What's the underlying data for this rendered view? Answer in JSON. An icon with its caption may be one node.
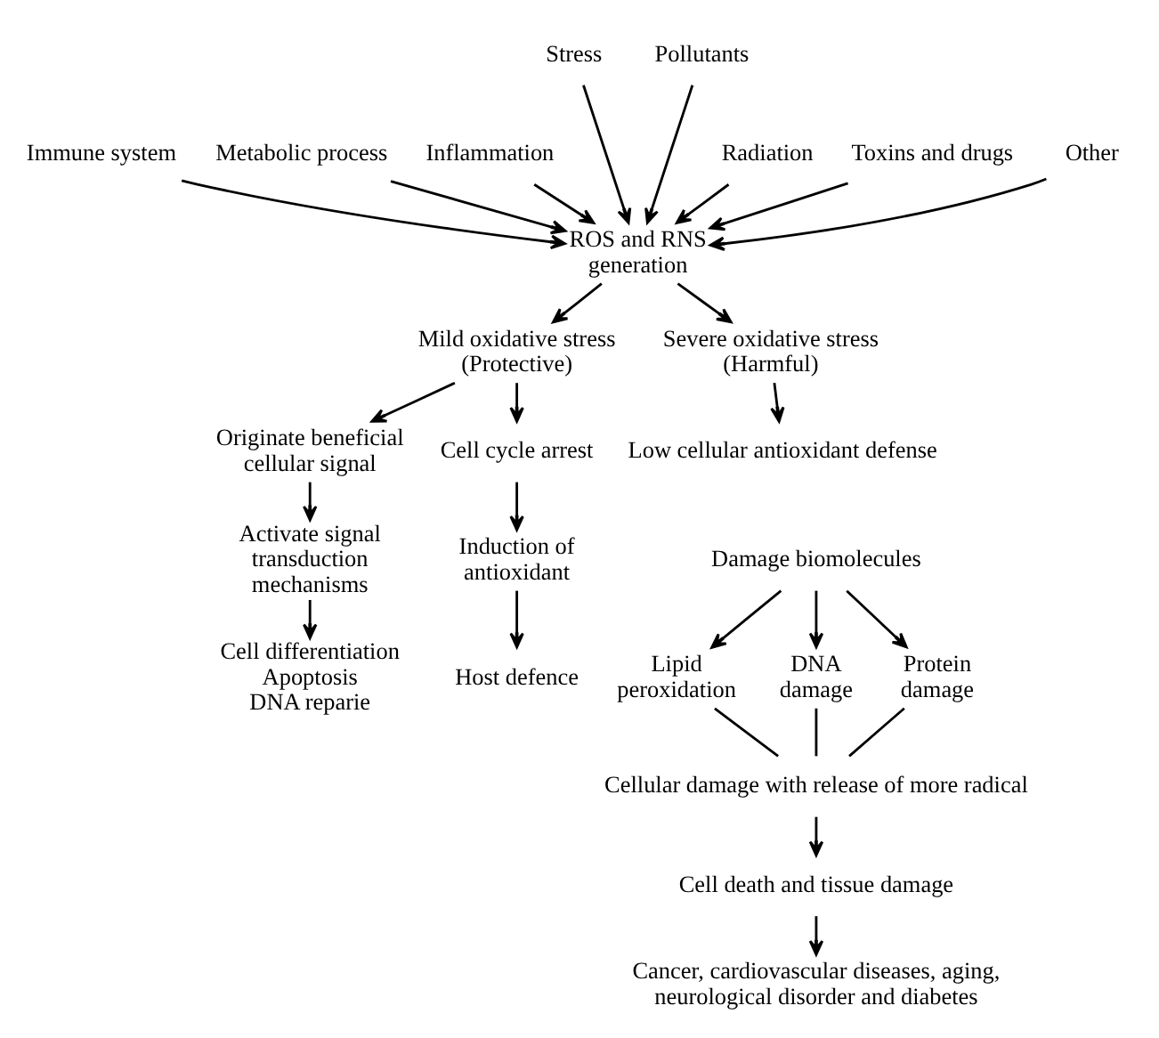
{
  "diagram": {
    "nodes": [
      {
        "text": [
          "Stress"
        ]
      },
      {
        "text": [
          "Pollutants"
        ]
      },
      {
        "text": [
          "Inflammation"
        ]
      },
      {
        "text": [
          "Radiation"
        ]
      },
      {
        "text": [
          "Metabolic process"
        ]
      },
      {
        "text": [
          "Toxins and drugs"
        ]
      },
      {
        "text": [
          "Immune system"
        ]
      },
      {
        "text": [
          "Other"
        ]
      },
      {
        "text": [
          "ROS and RNS generation"
        ]
      },
      {
        "text": [
          "Mild oxidative stress (Protective)"
        ]
      },
      {
        "text": [
          "Severe oxidative stress (Harmful)"
        ]
      },
      {
        "text": [
          "Originate beneficial cellular signal"
        ]
      },
      {
        "text": [
          "Cell cycle arrest"
        ]
      },
      {
        "text": [
          "Low cellular antioxidant defense"
        ]
      },
      {
        "text": [
          "Damage biomolecules"
        ]
      },
      {
        "text": [
          "Activate signal transduction mechanisms"
        ]
      },
      {
        "text": [
          "Induction of antioxidant"
        ]
      },
      {
        "text": [
          "Lipid peroxidation"
        ]
      },
      {
        "text": [
          "DNA damage"
        ]
      },
      {
        "text": [
          "Protein damage"
        ]
      },
      {
        "text": [
          "Host defence"
        ]
      },
      {
        "text": [
          "Cellular damage with release of more radical"
        ]
      },
      {
        "text": [
          "Cell differentiation",
          "Apoptosis",
          "DNA reparie"
        ]
      },
      {
        "text": [
          "Cell death and tissue damage"
        ]
      },
      {
        "text": [
          "Cancer, cardiovascular diseases, aging, neurological disorder and diabetes"
        ]
      }
    ],
    "edges": [
      {
        "from": 0,
        "to": 8,
        "arrow": "to"
      },
      {
        "from": 1,
        "to": 8,
        "arrow": "to"
      },
      {
        "from": 2,
        "to": 8,
        "arrow": "to"
      },
      {
        "from": 3,
        "to": 8,
        "arrow": "to"
      },
      {
        "from": 4,
        "to": 8,
        "arrow": "to"
      },
      {
        "from": 5,
        "to": 8,
        "arrow": "to"
      },
      {
        "from": 6,
        "to": 8,
        "arrow": "to"
      },
      {
        "from": 7,
        "to": 8,
        "arrow": "to"
      },
      {
        "from": 8,
        "to": 9,
        "arrow": "to"
      },
      {
        "from": 8,
        "to": 10,
        "arrow": "to"
      },
      {
        "from": 9,
        "to": 11,
        "arrow": "to"
      },
      {
        "from": 9,
        "to": 12,
        "arrow": "to"
      },
      {
        "from": 11,
        "to": 15,
        "arrow": "to"
      },
      {
        "from": 15,
        "to": 22,
        "arrow": "to"
      },
      {
        "from": 12,
        "to": 16,
        "arrow": "to"
      },
      {
        "from": 16,
        "to": 20,
        "arrow": "to"
      },
      {
        "from": 10,
        "to": 13,
        "arrow": "to"
      },
      {
        "from": 14,
        "to": 17,
        "arrow": "to"
      },
      {
        "from": 14,
        "to": 18,
        "arrow": "to"
      },
      {
        "from": 14,
        "to": 19,
        "arrow": "to"
      },
      {
        "from": 17,
        "to": 21,
        "arrow": "none"
      },
      {
        "from": 18,
        "to": 21,
        "arrow": "none"
      },
      {
        "from": 19,
        "to": 21,
        "arrow": "none"
      },
      {
        "from": 21,
        "to": 23,
        "arrow": "to"
      },
      {
        "from": 23,
        "to": 24,
        "arrow": "to"
      }
    ]
  }
}
